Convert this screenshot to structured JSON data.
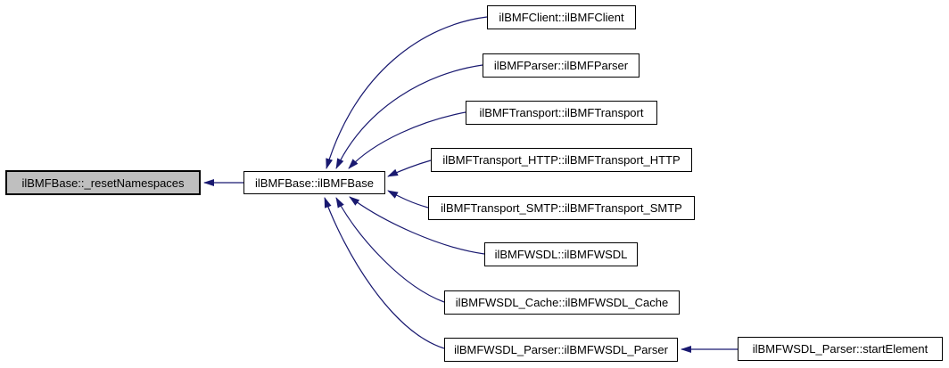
{
  "graph": {
    "type": "doxygen-caller-graph",
    "colors": {
      "edge": "#191970",
      "node_fill": "#ffffff",
      "node_border": "#000000",
      "highlight_fill": "#bfbfbf",
      "background": "#ffffff"
    },
    "nodes": {
      "reset": {
        "label": "ilBMFBase::_resetNamespaces",
        "highlighted": true
      },
      "base": {
        "label": "ilBMFBase::ilBMFBase"
      },
      "client": {
        "label": "ilBMFClient::ilBMFClient"
      },
      "parser": {
        "label": "ilBMFParser::ilBMFParser"
      },
      "transport": {
        "label": "ilBMFTransport::ilBMFTransport"
      },
      "transport_http": {
        "label": "ilBMFTransport_HTTP::ilBMFTransport_HTTP"
      },
      "transport_smtp": {
        "label": "ilBMFTransport_SMTP::ilBMFTransport_SMTP"
      },
      "wsdl": {
        "label": "ilBMFWSDL::ilBMFWSDL"
      },
      "wsdl_cache": {
        "label": "ilBMFWSDL_Cache::ilBMFWSDL_Cache"
      },
      "wsdl_parser": {
        "label": "ilBMFWSDL_Parser::ilBMFWSDL_Parser"
      },
      "start_element": {
        "label": "ilBMFWSDL_Parser::startElement"
      }
    },
    "edges": [
      {
        "from": "base",
        "to": "reset"
      },
      {
        "from": "client",
        "to": "base"
      },
      {
        "from": "parser",
        "to": "base"
      },
      {
        "from": "transport",
        "to": "base"
      },
      {
        "from": "transport_http",
        "to": "base"
      },
      {
        "from": "transport_smtp",
        "to": "base"
      },
      {
        "from": "wsdl",
        "to": "base"
      },
      {
        "from": "wsdl_cache",
        "to": "base"
      },
      {
        "from": "wsdl_parser",
        "to": "base"
      },
      {
        "from": "start_element",
        "to": "wsdl_parser"
      }
    ]
  }
}
